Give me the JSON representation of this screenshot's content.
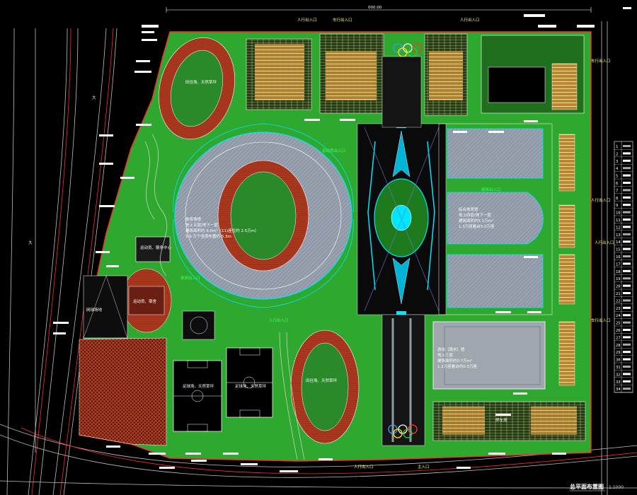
{
  "drawing": {
    "title": "总平面布置图",
    "scale": "1:1000",
    "top_dimension": "000.00",
    "left_marks": [
      "大",
      "大"
    ],
    "colors": {
      "background": "#000000",
      "site_green": "#2fa82f",
      "track_red": "#a3341c",
      "hatch_gray": "#8f98a6",
      "cyan": "#00e5ff",
      "boundary": "#ff2b2b",
      "road_line": "#bfbfbf"
    }
  },
  "labels": {
    "stadium_main": "体育场馆",
    "stadium_l1": "地上五层/地下一层",
    "stadium_l2": "建筑面积约 9.0m²（11)座位约 2.5万m）",
    "stadium_l3": "3.9 万个坐席布置约 5.3m",
    "gym_main": "综合体育馆",
    "gym_l1": "地上四层/地下一层",
    "gym_l2": "建筑面积约5.1万m²",
    "gym_l3": "1.3万座看台5.0万座",
    "natatorium_main": "游泳（跳水）馆",
    "natatorium_l1": "地上三层",
    "natatorium_l2": "建筑面积约0.7万m²",
    "natatorium_l3": "1.2万座看台约0.5万座",
    "field_1": "足球场、天然草坪",
    "field_2": "足球场、天然草坪",
    "track_label": "田径场、天然草坪",
    "track_nw_label": "田径场、天然草坪",
    "service_label": "运动员、服务中心",
    "residence_label": "运动员、宿舍",
    "tennis_label": "网球场地",
    "parking_label": "停车场"
  },
  "entrances": [
    "人行出入口",
    "车行出入口",
    "人行出入口",
    "车行出入口",
    "人行出入口",
    "主入口",
    "人行出入口",
    "车行出入口",
    "人行出入口",
    "主入口",
    "贵宾出入口",
    "运动员出入口",
    "媒体出入口",
    "人行出入口"
  ],
  "legend_rows": [
    "1",
    "2",
    "3",
    "4",
    "5",
    "6",
    "7",
    "8",
    "9",
    "10",
    "11",
    "12",
    "13",
    "14",
    "15",
    "16",
    "17",
    "18",
    "19",
    "20",
    "21",
    "22",
    "23",
    "24",
    "25",
    "26",
    "27",
    "28",
    "29",
    "30",
    "31",
    "32",
    "33",
    "34"
  ]
}
